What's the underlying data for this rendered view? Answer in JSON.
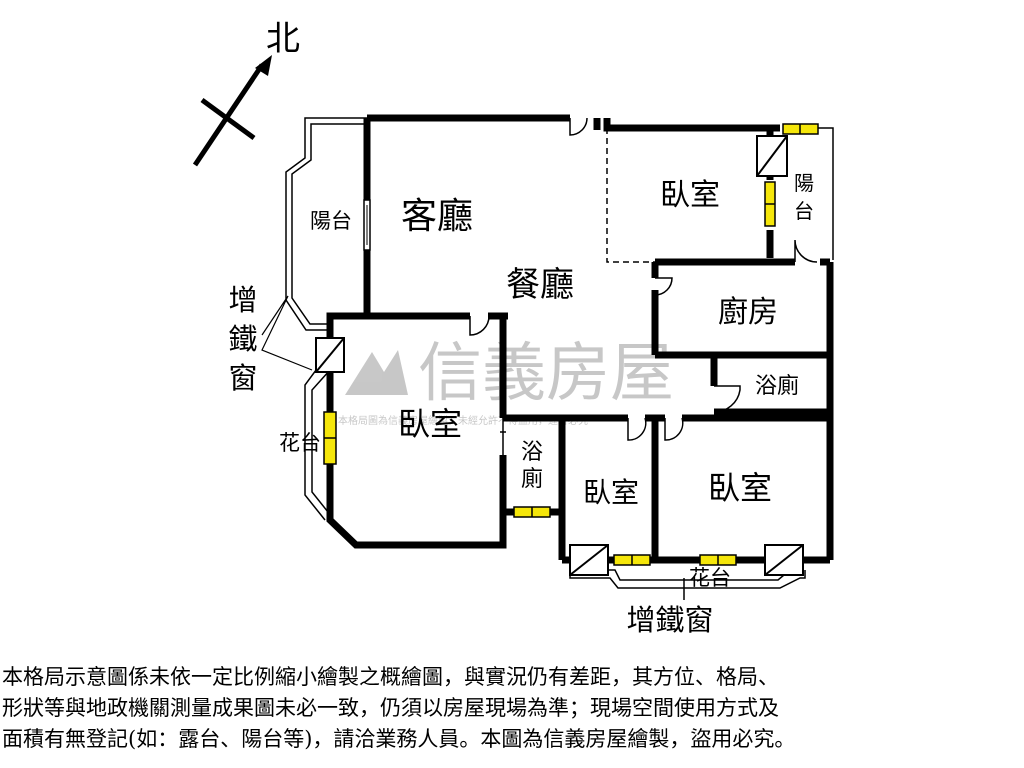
{
  "compass": {
    "north_label": "北"
  },
  "rooms": {
    "living_room": "客廳",
    "dining_room": "餐廳",
    "bedroom": "臥室",
    "kitchen": "廚房",
    "bathroom": "浴廁",
    "balcony": "陽台",
    "planter": "花台",
    "iron_window": "增鐵窗",
    "bath_top": "浴",
    "bath_bottom": "廁",
    "balcony_top": "陽",
    "balcony_bottom": "台",
    "iron_1": "增",
    "iron_2": "鐵",
    "iron_3": "窗"
  },
  "watermark": {
    "brand": "信義房屋",
    "small_text": "本格局圖為信義房屋繪製，未經允許不得盜用，違者必究"
  },
  "disclaimer": {
    "line1": "本格局示意圖係未依一定比例縮小繪製之概繪圖，與實況仍有差距，其方位、格局、",
    "line2": "形狀等與地政機關測量成果圖未必一致，仍須以房屋現場為準；現場空間使用方式及",
    "line3": "面積有無登記(如：露台、陽台等)，請洽業務人員。本圖為信義房屋繪製，盜用必究。"
  },
  "colors": {
    "wall": "#000000",
    "window": "#f5e60a",
    "watermark": "#b3b3b3"
  }
}
